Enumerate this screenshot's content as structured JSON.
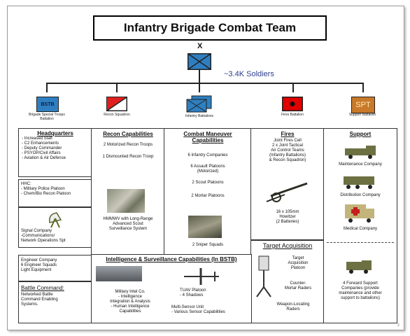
{
  "title": "Infantry Brigade Combat Team",
  "soldiers": "~3.4K Soldiers",
  "top_symbol": {
    "echelon": "X"
  },
  "units": [
    {
      "sym": "BSTB",
      "label": "Brigade Special Troops Battalion"
    },
    {
      "sym": "",
      "label": "Recon Squadron"
    },
    {
      "sym": "",
      "label": "Infantry Battalions"
    },
    {
      "sym": "",
      "label": "Fires Battalion"
    },
    {
      "sym": "SPT",
      "label": "Support Battalion"
    }
  ],
  "hq": {
    "title": "Headquarters",
    "items": [
      "- Increased Staff",
      "- C2 Enhancements",
      "- Deputy Commander",
      "- PSYOP/Civil Affairs",
      "- Aviation & Air Defense"
    ]
  },
  "mp": {
    "title": "HHC:",
    "items": [
      "- Military Police Platoon",
      "- Chem/Bio Recon Platoon"
    ]
  },
  "signal": {
    "lines": [
      "Signal Company",
      "-Communications/",
      "Network Operations Spt"
    ]
  },
  "engineer": {
    "lines": [
      "Engineer Company",
      "6 Engineer Squads",
      "Light Equipment"
    ]
  },
  "battle": {
    "title": "Battle Command:",
    "lines": [
      "Networked Battle",
      "Command Enabling",
      "Systems."
    ]
  },
  "recon": {
    "title": "Recon Capabilities",
    "items": [
      "2 Motorized Recon Troops",
      "1 Dismounted  Recon Troop"
    ],
    "caption": "HMMWV with Long-Range Advanced Scout Surveillance System"
  },
  "maneuver": {
    "title": "Combat Maneuver Capabilities",
    "items": [
      "6 Infantry  Companies",
      "6 Assault Platoons (Motorized)",
      "2 Scout Platoons",
      "2 Mortar Platoons",
      "2 Sniper Squads"
    ]
  },
  "fires": {
    "title": "Fires",
    "lines": [
      "Joint Fires Cell",
      "2 x Joint Tactical",
      "Air Control Teams",
      "(Infantry Battalions)",
      "& Recon Squadron)"
    ],
    "gun": [
      "16 x 105mm",
      "Howitzer",
      "(2 Batteries)"
    ]
  },
  "target": {
    "title": "Target Acquisition",
    "lines": [
      "Target",
      "Acquisition",
      "Platoon"
    ],
    "radar": [
      "Counter-",
      "Mortar Raders"
    ],
    "wlr": [
      "Weapon-Locating",
      "Raders"
    ]
  },
  "support": {
    "title": "Support",
    "items": [
      "Maintenance Company",
      "Distribution Company",
      "Medical Company"
    ],
    "fsc": [
      "4 Forward Support",
      "Companies  (provide",
      "maintenance and other",
      "support to battalions)"
    ]
  },
  "intel": {
    "title": "Intelligence & Surveillance  Capabilities (In BSTB)",
    "mi": [
      "Military Intel Co.",
      "- Intelligence",
      "Integration & Analysis",
      "- Human Intelligence",
      "Capabilities"
    ],
    "tuav": [
      "TUAV Platoon",
      "- 4 Shadows"
    ],
    "sensor": [
      "Multi-Sensor Unit",
      "- Various Sensor Capabilities"
    ]
  },
  "page_num": "2",
  "colors": {
    "infantry": "#2f7fc0",
    "recon_red": "#e02020",
    "fires_red": "#e00000",
    "spt_bg": "#c8792a",
    "spt_text": "#ffe9b0",
    "bstb_bg": "#2f7fc0",
    "olive": "#6d7142"
  }
}
